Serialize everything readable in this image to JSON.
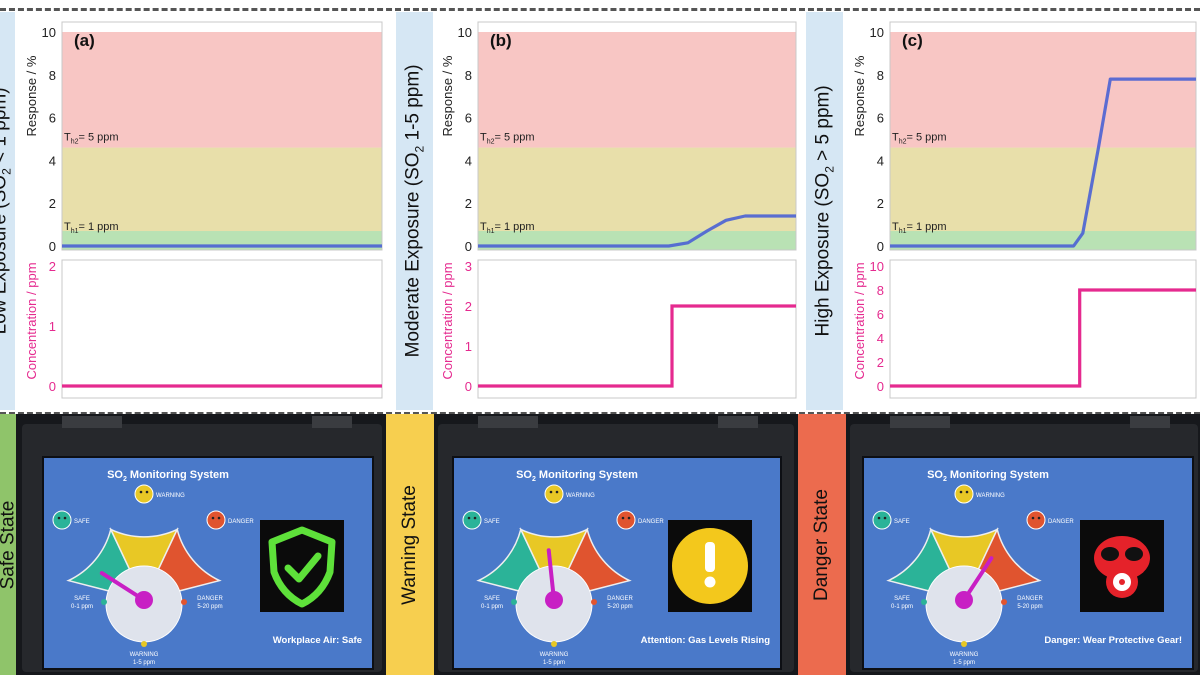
{
  "chart_data": [
    {
      "panel": "(a)",
      "type": "line",
      "side_label_main": "Low Exposure (SO",
      "side_label_sub": "2",
      "side_label_tail": " < 1 ppm)",
      "response": {
        "ylabel": "Response / %",
        "ylim": [
          0,
          10
        ],
        "yticks": [
          "0",
          "2",
          "4",
          "6",
          "8",
          "10"
        ],
        "zones": [
          {
            "name": "safe",
            "from": -0.5,
            "to": 0.7,
            "color": "#b9e2b4"
          },
          {
            "name": "warning",
            "from": 0.7,
            "to": 4.6,
            "color": "#e8dfaa"
          },
          {
            "name": "danger",
            "from": 4.6,
            "to": 10,
            "color": "#f8c6c4"
          }
        ],
        "threshold_low": {
          "label": "T",
          "sub": "h1",
          "rest": "= 1  ppm"
        },
        "threshold_high": {
          "label": "T",
          "sub": "h2",
          "rest": "= 5 ppm"
        },
        "series": [
          {
            "x": [
              0,
              0.5,
              1
            ],
            "y": [
              0,
              0,
              0
            ],
            "color": "#4a62d4"
          }
        ]
      },
      "concentration": {
        "ylabel": "Concentration / ppm",
        "ylim": [
          0,
          2
        ],
        "yticks": [
          "0",
          "1",
          "2"
        ],
        "series": [
          {
            "x": [
              0,
              1
            ],
            "y": [
              0,
              0
            ],
            "color": "#e52a8f"
          }
        ]
      }
    },
    {
      "panel": "(b)",
      "type": "line",
      "side_label_main": "Moderate Exposure (SO",
      "side_label_sub": "2",
      "side_label_tail": " 1-5 ppm)",
      "response": {
        "ylabel": "Response / %",
        "ylim": [
          0,
          10
        ],
        "yticks": [
          "0",
          "2",
          "4",
          "6",
          "8",
          "10"
        ],
        "zones": [
          {
            "name": "safe",
            "from": -0.5,
            "to": 0.7,
            "color": "#b9e2b4"
          },
          {
            "name": "warning",
            "from": 0.7,
            "to": 4.6,
            "color": "#e8dfaa"
          },
          {
            "name": "danger",
            "from": 4.6,
            "to": 10,
            "color": "#f8c6c4"
          }
        ],
        "threshold_low": {
          "label": "T",
          "sub": "h1",
          "rest": "= 1  ppm"
        },
        "threshold_high": {
          "label": "T",
          "sub": "h2",
          "rest": "= 5 ppm"
        },
        "series": [
          {
            "x": [
              0,
              0.6,
              0.66,
              0.72,
              0.78,
              0.84,
              1
            ],
            "y": [
              0,
              0,
              0.15,
              0.7,
              1.2,
              1.4,
              1.4
            ],
            "color": "#4a62d4"
          }
        ]
      },
      "concentration": {
        "ylabel": "Concentration / ppm",
        "ylim": [
          0,
          3
        ],
        "yticks": [
          "0",
          "1",
          "2",
          "3"
        ],
        "series": [
          {
            "x": [
              0,
              0.61,
              0.61,
              1
            ],
            "y": [
              0,
              0,
              2,
              2
            ],
            "color": "#e52a8f"
          }
        ]
      }
    },
    {
      "panel": "(c)",
      "type": "line",
      "side_label_main": "High Exposure (SO",
      "side_label_sub": "2",
      "side_label_tail": " > 5 ppm)",
      "response": {
        "ylabel": "Response / %",
        "ylim": [
          0,
          10
        ],
        "yticks": [
          "0",
          "2",
          "4",
          "6",
          "8",
          "10"
        ],
        "zones": [
          {
            "name": "safe",
            "from": -0.5,
            "to": 0.7,
            "color": "#b9e2b4"
          },
          {
            "name": "warning",
            "from": 0.7,
            "to": 4.6,
            "color": "#e8dfaa"
          },
          {
            "name": "danger",
            "from": 4.6,
            "to": 10,
            "color": "#f8c6c4"
          }
        ],
        "threshold_low": {
          "label": "T",
          "sub": "h1",
          "rest": "= 1  ppm"
        },
        "threshold_high": {
          "label": "T",
          "sub": "h2",
          "rest": "= 5 ppm"
        },
        "series": [
          {
            "x": [
              0,
              0.6,
              0.63,
              0.68,
              0.72,
              0.76,
              1
            ],
            "y": [
              0,
              0,
              0.6,
              4.5,
              7.8,
              7.8,
              7.8
            ],
            "color": "#4a62d4"
          }
        ]
      },
      "concentration": {
        "ylabel": "Concentration / ppm",
        "ylim": [
          0,
          10
        ],
        "yticks": [
          "0",
          "2",
          "4",
          "6",
          "8",
          "10"
        ],
        "series": [
          {
            "x": [
              0,
              0.62,
              0.62,
              1
            ],
            "y": [
              0,
              0,
              8,
              8
            ],
            "color": "#e52a8f"
          }
        ]
      }
    }
  ],
  "states": [
    {
      "label": "Safe State",
      "color": "#8fc46a",
      "message": "Workplace Air: Safe",
      "needle": 0.12,
      "icon": "shield-check-icon"
    },
    {
      "label": "Warning  State",
      "color": "#f7cf4f",
      "message": "Attention: Gas Levels Rising",
      "needle": 0.46,
      "icon": "exclamation-icon"
    },
    {
      "label": "Danger State",
      "color": "#ec6b4e",
      "message": "Danger: Wear Protective Gear!",
      "needle": 0.72,
      "icon": "gas-mask-icon"
    }
  ],
  "screen": {
    "title_main": "SO",
    "title_sub": "2",
    "title_tail": " Monitoring System",
    "safe_label": "SAFE",
    "warning_label": "WARNING",
    "danger_label": "DANGER",
    "range_safe_1": "SAFE",
    "range_safe_2": "0-1 ppm",
    "range_warning_1": "WARNING",
    "range_warning_2": "1-5 ppm",
    "range_danger_1": "DANGER",
    "range_danger_2": "5-20 ppm",
    "colors": {
      "safe": "#2bb398",
      "warning": "#e8c825",
      "danger": "#e0542f",
      "needle": "#c81fc4"
    }
  }
}
